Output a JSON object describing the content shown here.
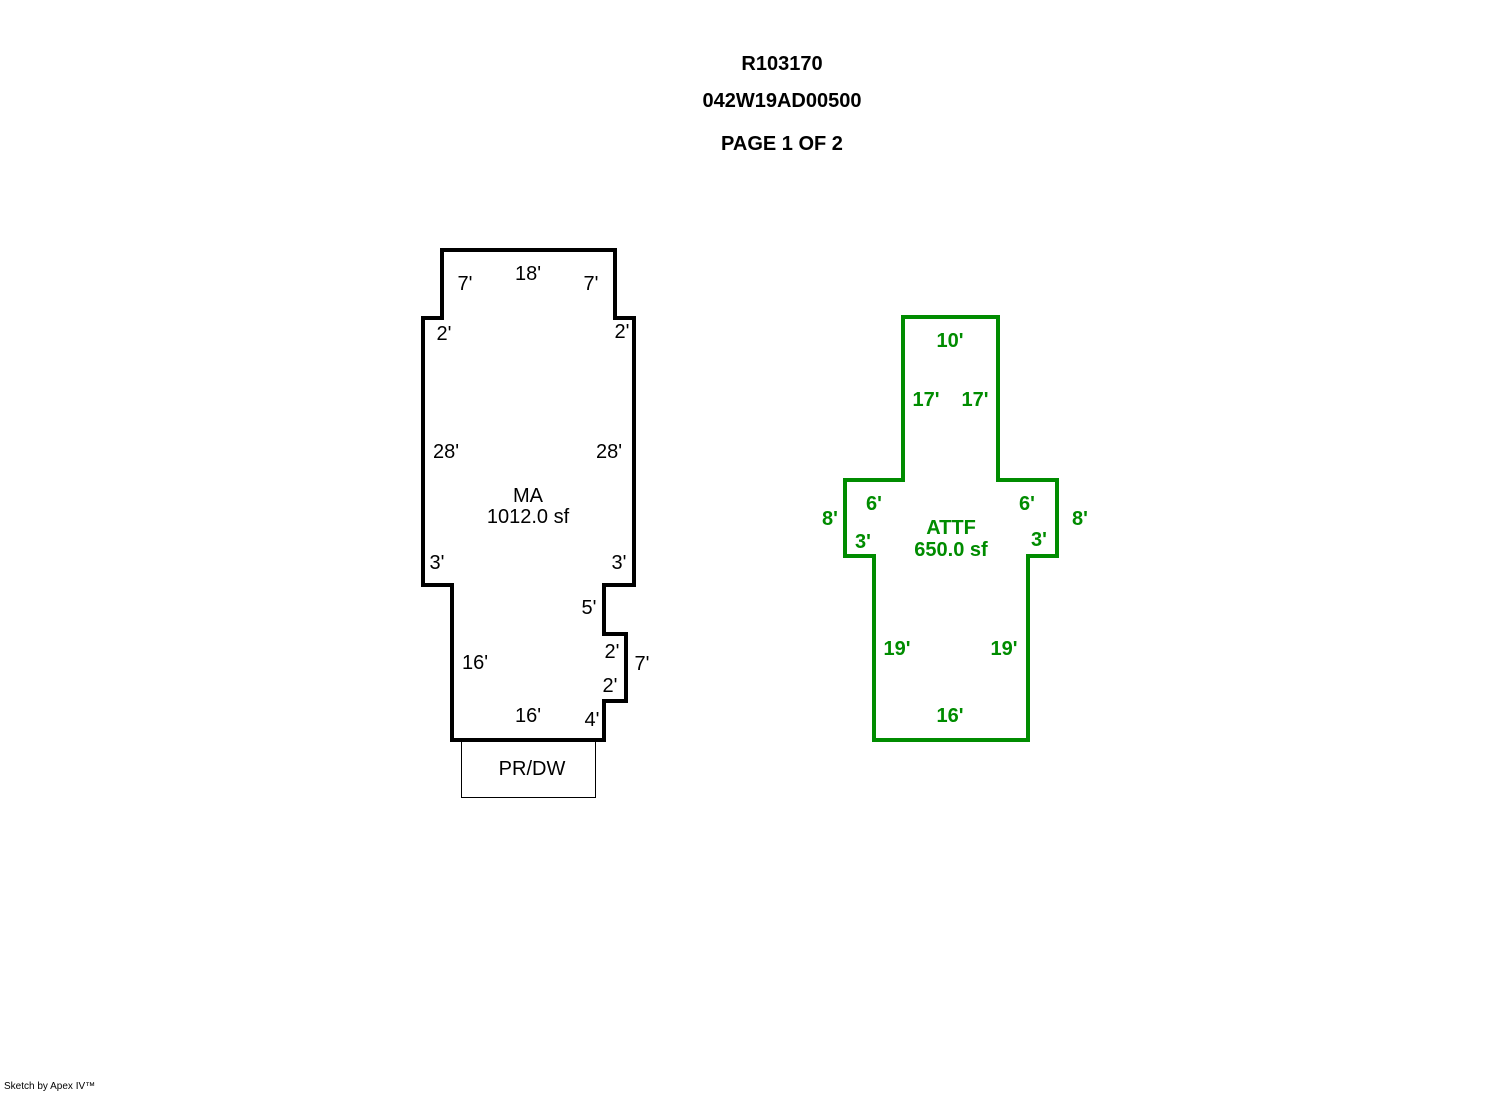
{
  "header": {
    "record_id": "R103170",
    "parcel_number": "042W19AD00500",
    "page_indicator": "PAGE 1 OF 2"
  },
  "sketch": {
    "main_area": {
      "code": "MA",
      "area": "1012.0 sf",
      "color": "#000000",
      "dimensions": {
        "top": "18'",
        "top_left_step": "7'",
        "top_right_step": "7'",
        "upper_left_jog": "2'",
        "upper_right_jog": "2'",
        "left_side": "28'",
        "right_side": "28'",
        "mid_left_jog": "3'",
        "mid_right_jog": "3'",
        "right_lower_segment": "5'",
        "bay_upper": "2'",
        "bay_outer": "7'",
        "bay_lower": "2'",
        "lower_left": "16'",
        "bottom": "16'",
        "bottom_right": "4'"
      }
    },
    "porch": {
      "code": "PR/DW",
      "color": "#000000"
    },
    "attached_floor": {
      "code": "ATTF",
      "area": "650.0 sf",
      "color": "#008c00",
      "dimensions": {
        "top": "10'",
        "upper_left": "17'",
        "upper_right": "17'",
        "left_wing_top": "6'",
        "right_wing_top": "6'",
        "left_wing_outer": "8'",
        "right_wing_outer": "8'",
        "left_wing_bottom": "3'",
        "right_wing_bottom": "3'",
        "lower_left": "19'",
        "lower_right": "19'",
        "bottom": "16'"
      }
    }
  },
  "footer": {
    "credit": "Sketch by Apex IV™"
  }
}
